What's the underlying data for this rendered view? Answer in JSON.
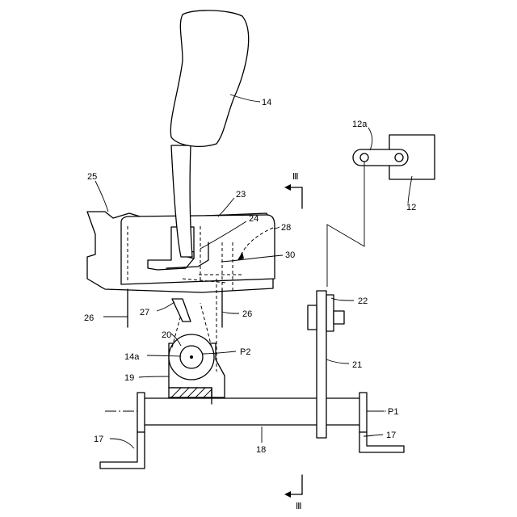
{
  "labels": {
    "knob": "14",
    "lever_end": "14a",
    "lever_arm": "12a",
    "actuator": "12",
    "gate_plate": "23",
    "base_plate": "25",
    "gate_slot": "24",
    "arrow_region": "28",
    "pin": "30",
    "support_left": "26",
    "support_right": "26",
    "bracket": "27",
    "pivot": "20",
    "pivot_point": "P2",
    "holder": "19",
    "bolt_bracket": "22",
    "link": "21",
    "axis": "P1",
    "foot_left": "17",
    "foot_right": "17",
    "shaft": "18"
  },
  "section_marks": {
    "top": "Ⅲ",
    "bottom": "Ⅲ"
  }
}
